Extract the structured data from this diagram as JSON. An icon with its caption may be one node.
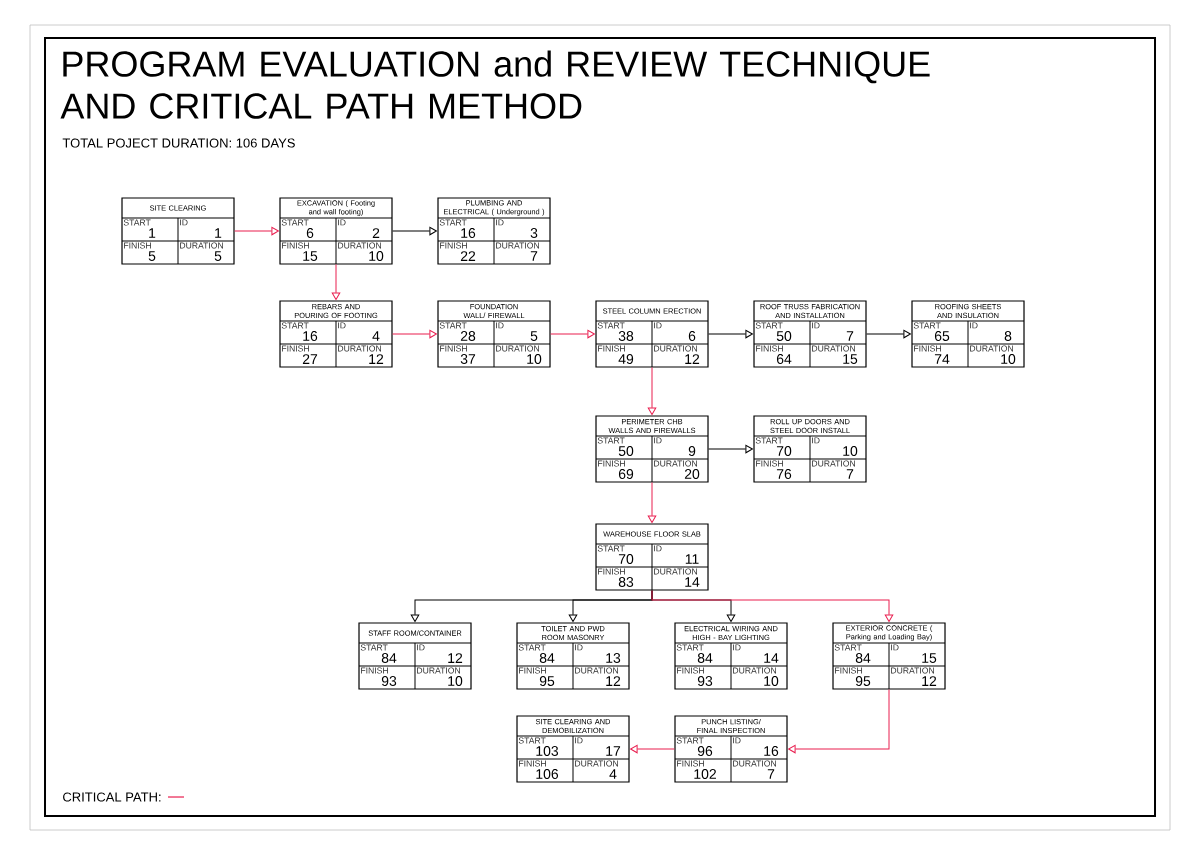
{
  "diagram": {
    "title": "PROGRAM EVALUATION and REVIEW TECHNIQUE AND CRITICAL PATH METHOD",
    "nodes": [
      {
        "text": [
          "SITE CLEARING",
          "START",
          "1",
          "ID",
          "1",
          "FINISH",
          "5",
          "DURATION",
          "5"
        ]
      },
      {
        "text": [
          "EXCAVATION ( Footing and wall footing)",
          "START",
          "6",
          "ID",
          "2",
          "FINISH",
          "15",
          "DURATION",
          "10"
        ]
      },
      {
        "text": [
          "PLUMBING AND ELECTRICAL ( Underground )",
          "START",
          "16",
          "ID",
          "3",
          "FINISH",
          "22",
          "DURATION",
          "7"
        ]
      },
      {
        "text": [
          "REBARS AND POURING OF FOOTING",
          "START",
          "16",
          "ID",
          "4",
          "FINISH",
          "27",
          "DURATION",
          "12"
        ]
      },
      {
        "text": [
          "FOUNDATION WALL/ FIREWALL",
          "START",
          "28",
          "ID",
          "5",
          "FINISH",
          "37",
          "DURATION",
          "10"
        ]
      },
      {
        "text": [
          "STEEL COLUMN ERECTION",
          "START",
          "38",
          "ID",
          "6",
          "FINISH",
          "49",
          "DURATION",
          "12"
        ]
      },
      {
        "text": [
          "ROOF TRUSS FABRICATION AND INSTALLATION",
          "START",
          "50",
          "ID",
          "7",
          "FINISH",
          "64",
          "DURATION",
          "15"
        ]
      },
      {
        "text": [
          "ROOFING SHEETS AND INSULATION",
          "START",
          "65",
          "ID",
          "8",
          "FINISH",
          "74",
          "DURATION",
          "10"
        ]
      },
      {
        "text": [
          "PERIMETER CHB WALLS AND FIREWALLS",
          "START",
          "50",
          "ID",
          "9",
          "FINISH",
          "69",
          "DURATION",
          "20"
        ]
      },
      {
        "text": [
          "ROLL UP DOORS AND STEEL DOOR INSTALL",
          "START",
          "70",
          "ID",
          "10",
          "FINISH",
          "76",
          "DURATION",
          "7"
        ]
      },
      {
        "text": [
          "WAREHOUSE FLOOR SLAB",
          "START",
          "70",
          "ID",
          "11",
          "FINISH",
          "83",
          "DURATION",
          "14"
        ]
      },
      {
        "text": [
          "STAFF ROOM/CONTAINER",
          "START",
          "84",
          "ID",
          "12",
          "FINISH",
          "93",
          "DURATION",
          "10"
        ]
      },
      {
        "text": [
          "TOILET AND PWD ROOM MASONRY",
          "START",
          "84",
          "ID",
          "13",
          "FINISH",
          "95",
          "DURATION",
          "12"
        ]
      },
      {
        "text": [
          "ELECTRICAL WIRING AND HIGH - BAY LIGHTING",
          "START",
          "84",
          "ID",
          "14",
          "FINISH",
          "93",
          "DURATION",
          "10"
        ]
      },
      {
        "text": [
          "EXTERIOR CONCRETE ( Parking and Loading Bay)",
          "START",
          "84",
          "ID",
          "15",
          "FINISH",
          "95",
          "DURATION",
          "12"
        ]
      },
      {
        "text": [
          "SITE CLEARING AND DEMOBILIZATION",
          "START",
          "103",
          "ID",
          "17",
          "FINISH",
          "106",
          "DURATION",
          "4"
        ]
      },
      {
        "text": [
          "PUNCH LISTING/ FINAL INSPECTION",
          "START",
          "96",
          "ID",
          "16",
          "FINISH",
          "102",
          "DURATION",
          "7"
        ]
      }
    ],
    "edges": [
      {
        "from": 0,
        "to": 1,
        "arrow": "to"
      },
      {
        "from": 1,
        "to": 2,
        "arrow": "to",
        "color": "#000000"
      },
      {
        "from": 1,
        "to": 3,
        "arrow": "to"
      },
      {
        "from": 3,
        "to": 4,
        "arrow": "to"
      },
      {
        "from": 4,
        "to": 5,
        "arrow": "to"
      },
      {
        "from": 5,
        "to": 6,
        "arrow": "to",
        "color": "#000000"
      },
      {
        "from": 6,
        "to": 7,
        "arrow": "to",
        "color": "#000000"
      },
      {
        "from": 5,
        "to": 8,
        "arrow": "to"
      },
      {
        "from": 8,
        "to": 9,
        "arrow": "to",
        "color": "#000000"
      },
      {
        "from": 8,
        "to": 10,
        "arrow": "to"
      },
      {
        "from": 10,
        "to": 11,
        "arrow": "to",
        "color": "#000000"
      },
      {
        "from": 10,
        "to": 12,
        "arrow": "to",
        "color": "#000000"
      },
      {
        "from": 10,
        "to": 13,
        "arrow": "to",
        "color": "#000000"
      },
      {
        "from": 10,
        "to": 14,
        "arrow": "to"
      },
      {
        "from": 14,
        "to": 16,
        "arrow": "to"
      },
      {
        "from": 16,
        "to": 15,
        "arrow": "to"
      }
    ],
    "labels": [
      "TOTAL POJECT DURATION: 106 DAYS"
    ],
    "legend": [
      {
        "text": "CRITICAL PATH:"
      }
    ]
  }
}
